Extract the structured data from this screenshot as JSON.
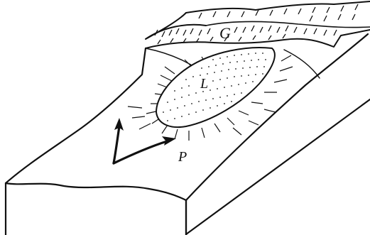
{
  "diagram": {
    "labels": {
      "glacier": "G",
      "lake": "L",
      "p": "P"
    },
    "colors": {
      "ink": "#111111",
      "paper": "#ffffff"
    }
  }
}
